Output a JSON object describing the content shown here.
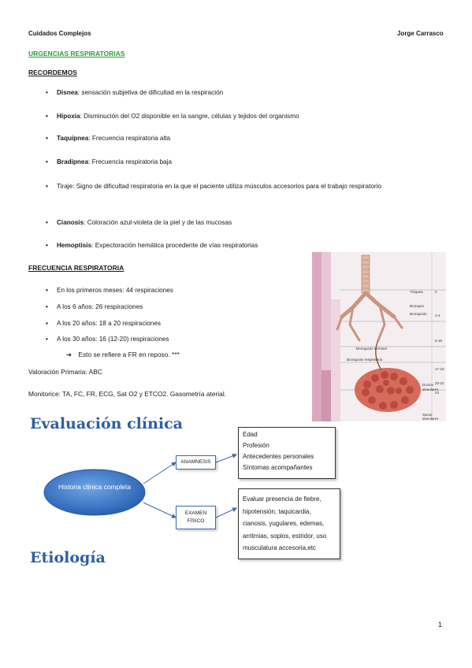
{
  "header": {
    "left": "Cuidados Complejos",
    "right": "Jorge Carrasco"
  },
  "title": "URGENCIAS RESPIRATORIAS",
  "recordemos": {
    "heading": "RECORDEMOS",
    "items": [
      {
        "term": "Disnea",
        "desc": ": sensación subjetiva de dificultad en la respiración"
      },
      {
        "term": "Hipoxia",
        "desc": ": Disminución del O2 disponible en la sangre, células y tejidos del organismo"
      },
      {
        "term": "Taquipnea",
        "desc": ": Frecuencia respiratoria alta"
      },
      {
        "term": "Bradipnea",
        "desc": ": Frecuencia respiratoria baja"
      },
      {
        "term": "",
        "desc": "Tiraje: Signo de dificultad respiratoria en la que el paciente utiliza músculos accesorios para el trabajo respiratorio"
      },
      {
        "term": "Cianosis",
        "desc": ": Coloración azul-violeta de la piel y de las mucosas"
      },
      {
        "term": "Hemoptisis",
        "desc": ": Expectoración hemática procedente de vías respiratorias"
      }
    ]
  },
  "frecuencia": {
    "heading": "FRECUENCIA RESPIRATORIA",
    "items": [
      "En los primeros meses: 44 respiraciones",
      "A los 6 años: 26 respiraciones",
      "A los 20 años: 18 a 20 respiraciones",
      "A los 30 años: 16 (12-20) respiraciones"
    ],
    "note": "Esto se refiere a FR en reposo. ***"
  },
  "valoracion": "Valoración Primaria: ABC",
  "monitorice": "Monitorice: TA, FC, FR, ECG, Sat O2 y ETCO2. Gasometría aterial.",
  "evaluacion": {
    "title": "Evaluación clínica",
    "center": "Historia clínica completa",
    "anamnesis_label": "ANAMNESIS",
    "examen_label": "EXAMEN FÍSICO",
    "anamnesis_items": [
      "Edad",
      "Profesión",
      "Antecedentes personales",
      "Síntomas acompañantes"
    ],
    "examen_text": "Evaluar presencia de fiebre, hipotensión, taquicardia, cianosis, yugulares, edemas, arritmias, soplos, estridor, uso musculatura accesoria,etc"
  },
  "etiologia": "Etiología",
  "page_number": "1",
  "image": {
    "labels": [
      "Tráquea",
      "Bronquio",
      "Bronquiolo",
      "Bronquiolo terminal",
      "Bronquiolo respiratorio",
      "Ductos alveolares",
      "Sacos alveolares"
    ],
    "scale": [
      "0",
      "1-4",
      "5-16",
      "17-19",
      "20-22",
      "23"
    ]
  },
  "colors": {
    "accent_green": "#2e9a3c",
    "title_blue": "#2b5ea8",
    "node_blue": "#3f7fd0"
  }
}
